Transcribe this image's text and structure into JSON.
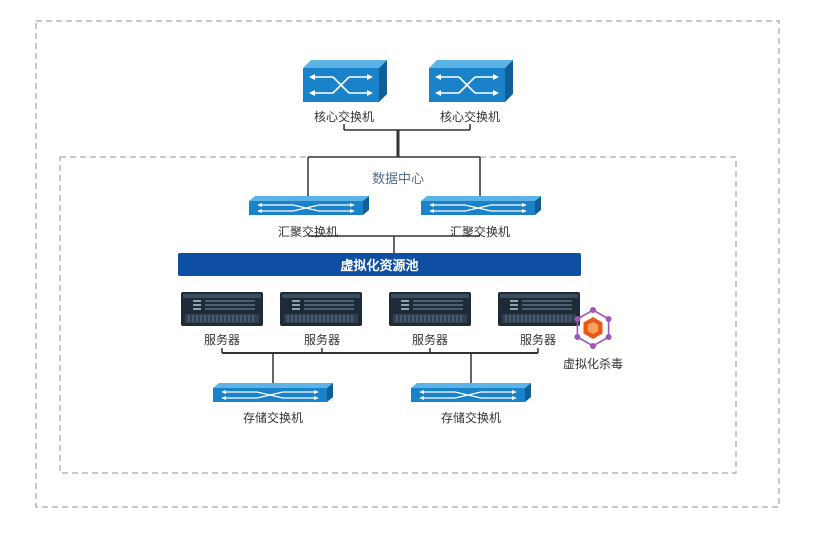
{
  "datacenter": {
    "title": "数据中心"
  },
  "core_switches": [
    {
      "label": "核心交换机"
    },
    {
      "label": "核心交换机"
    }
  ],
  "aggregation_switches": [
    {
      "label": "汇聚交换机"
    },
    {
      "label": "汇聚交换机"
    }
  ],
  "resource_pool": {
    "label": "虚拟化资源池"
  },
  "servers": [
    {
      "label": "服务器"
    },
    {
      "label": "服务器"
    },
    {
      "label": "服务器"
    },
    {
      "label": "服务器"
    }
  ],
  "antivirus": {
    "label": "虚拟化杀毒"
  },
  "storage_switches": [
    {
      "label": "存储交换机"
    },
    {
      "label": "存储交换机"
    }
  ],
  "colors": {
    "switch_front": "#1a82c8",
    "switch_top": "#5cb3e8",
    "switch_side": "#0f5e96",
    "pool_bar": "#0e4fa3",
    "server_body": "#1e2a36",
    "antivirus_orange": "#e85a1e",
    "antivirus_purple": "#9b59b6",
    "border_dash": "#8c93a8",
    "line": "#333333"
  }
}
